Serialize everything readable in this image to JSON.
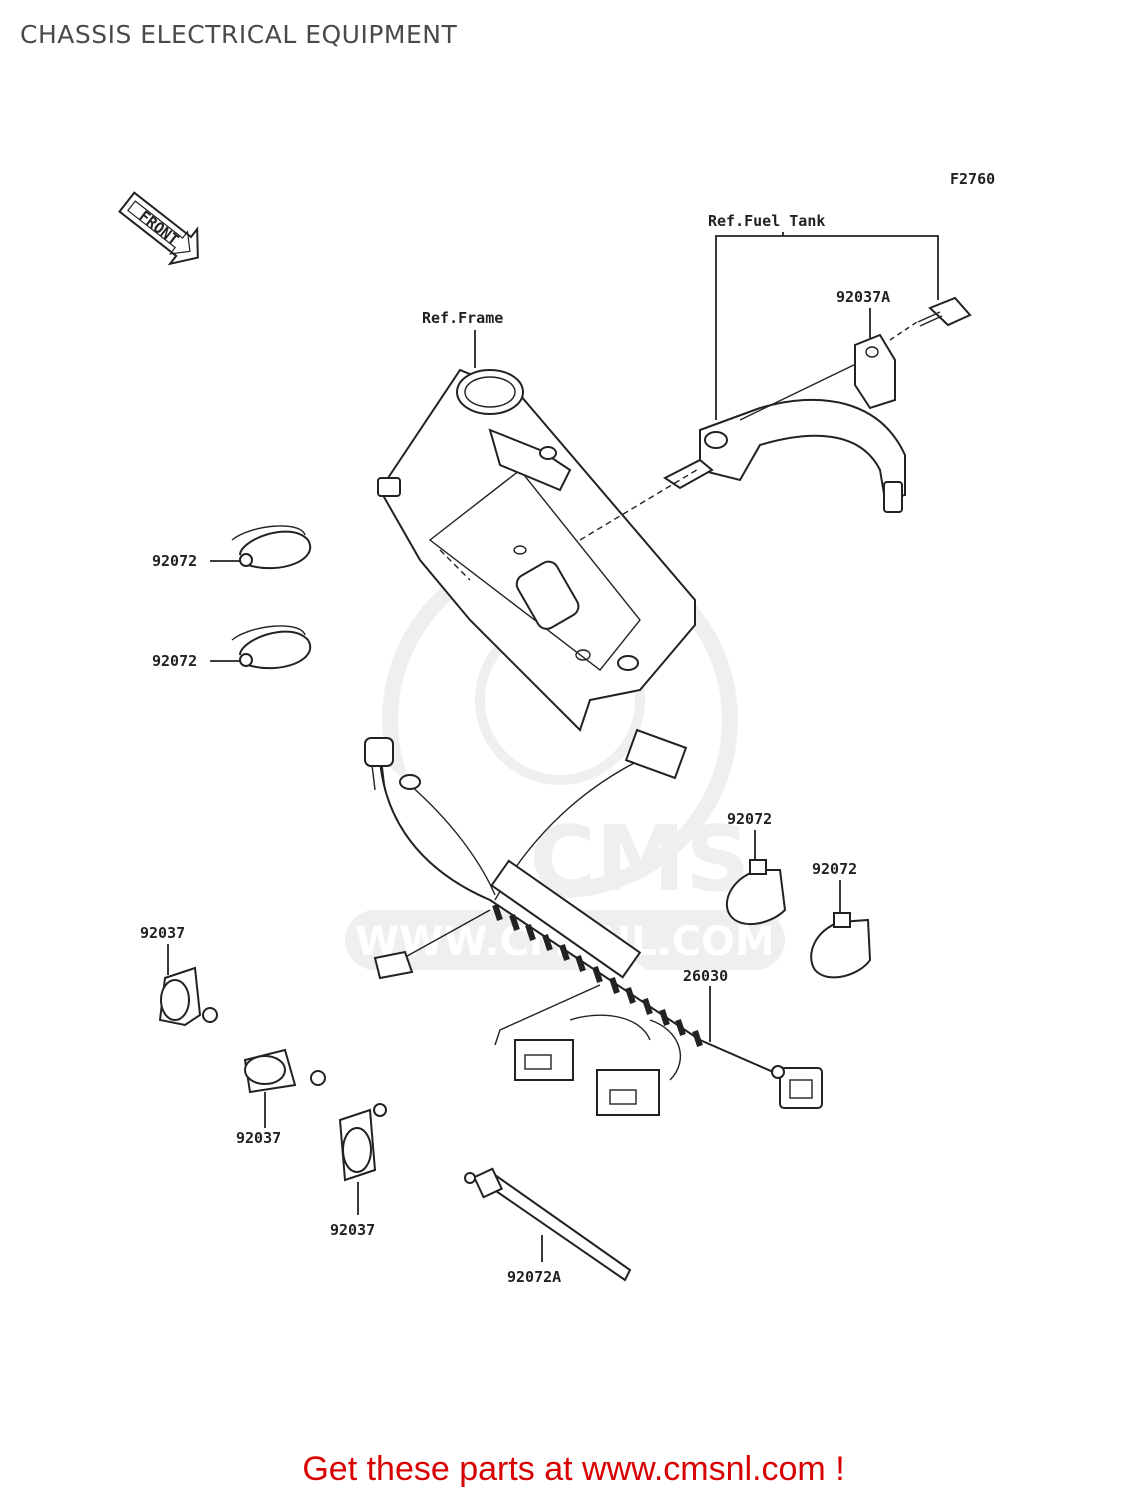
{
  "header": {
    "title": "CHASSIS ELECTRICAL EQUIPMENT"
  },
  "diagram": {
    "figure_code": "F2760",
    "front_marker": "FRONT",
    "references": {
      "fuel_tank": "Ref.Fuel Tank",
      "frame": "Ref.Frame"
    },
    "watermark": "WWW.CMSNL.COM",
    "callouts": {
      "bolt": "92037A",
      "band_upper": "92072",
      "band_lower": "92072",
      "band_right_a": "92072",
      "band_right_b": "92072",
      "clamp_left": "92037",
      "clamp_mid": "92037",
      "clamp_low": "92037",
      "harness": "26030",
      "tie_strap": "92072A"
    }
  },
  "footer": {
    "banner": "Get these parts at www.cmsnl.com !"
  },
  "colors": {
    "banner": "#d80000",
    "line": "#222222",
    "title": "#4a4a4a"
  }
}
